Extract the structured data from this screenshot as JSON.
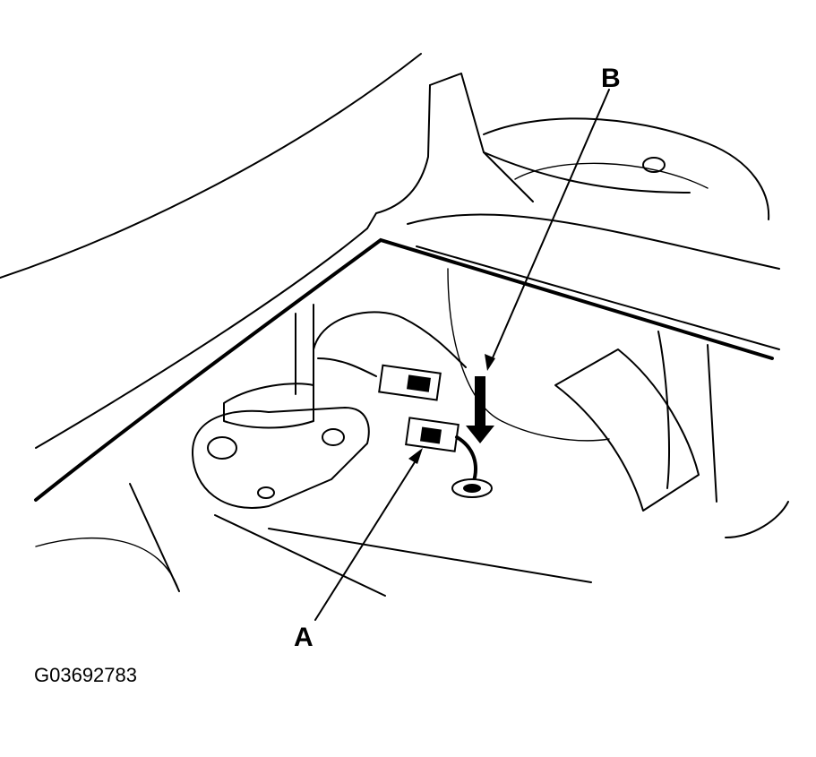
{
  "callouts": {
    "a": "A",
    "b": "B"
  },
  "figure_id": "G03692783",
  "colors": {
    "ink": "#000000",
    "paper": "#ffffff"
  }
}
